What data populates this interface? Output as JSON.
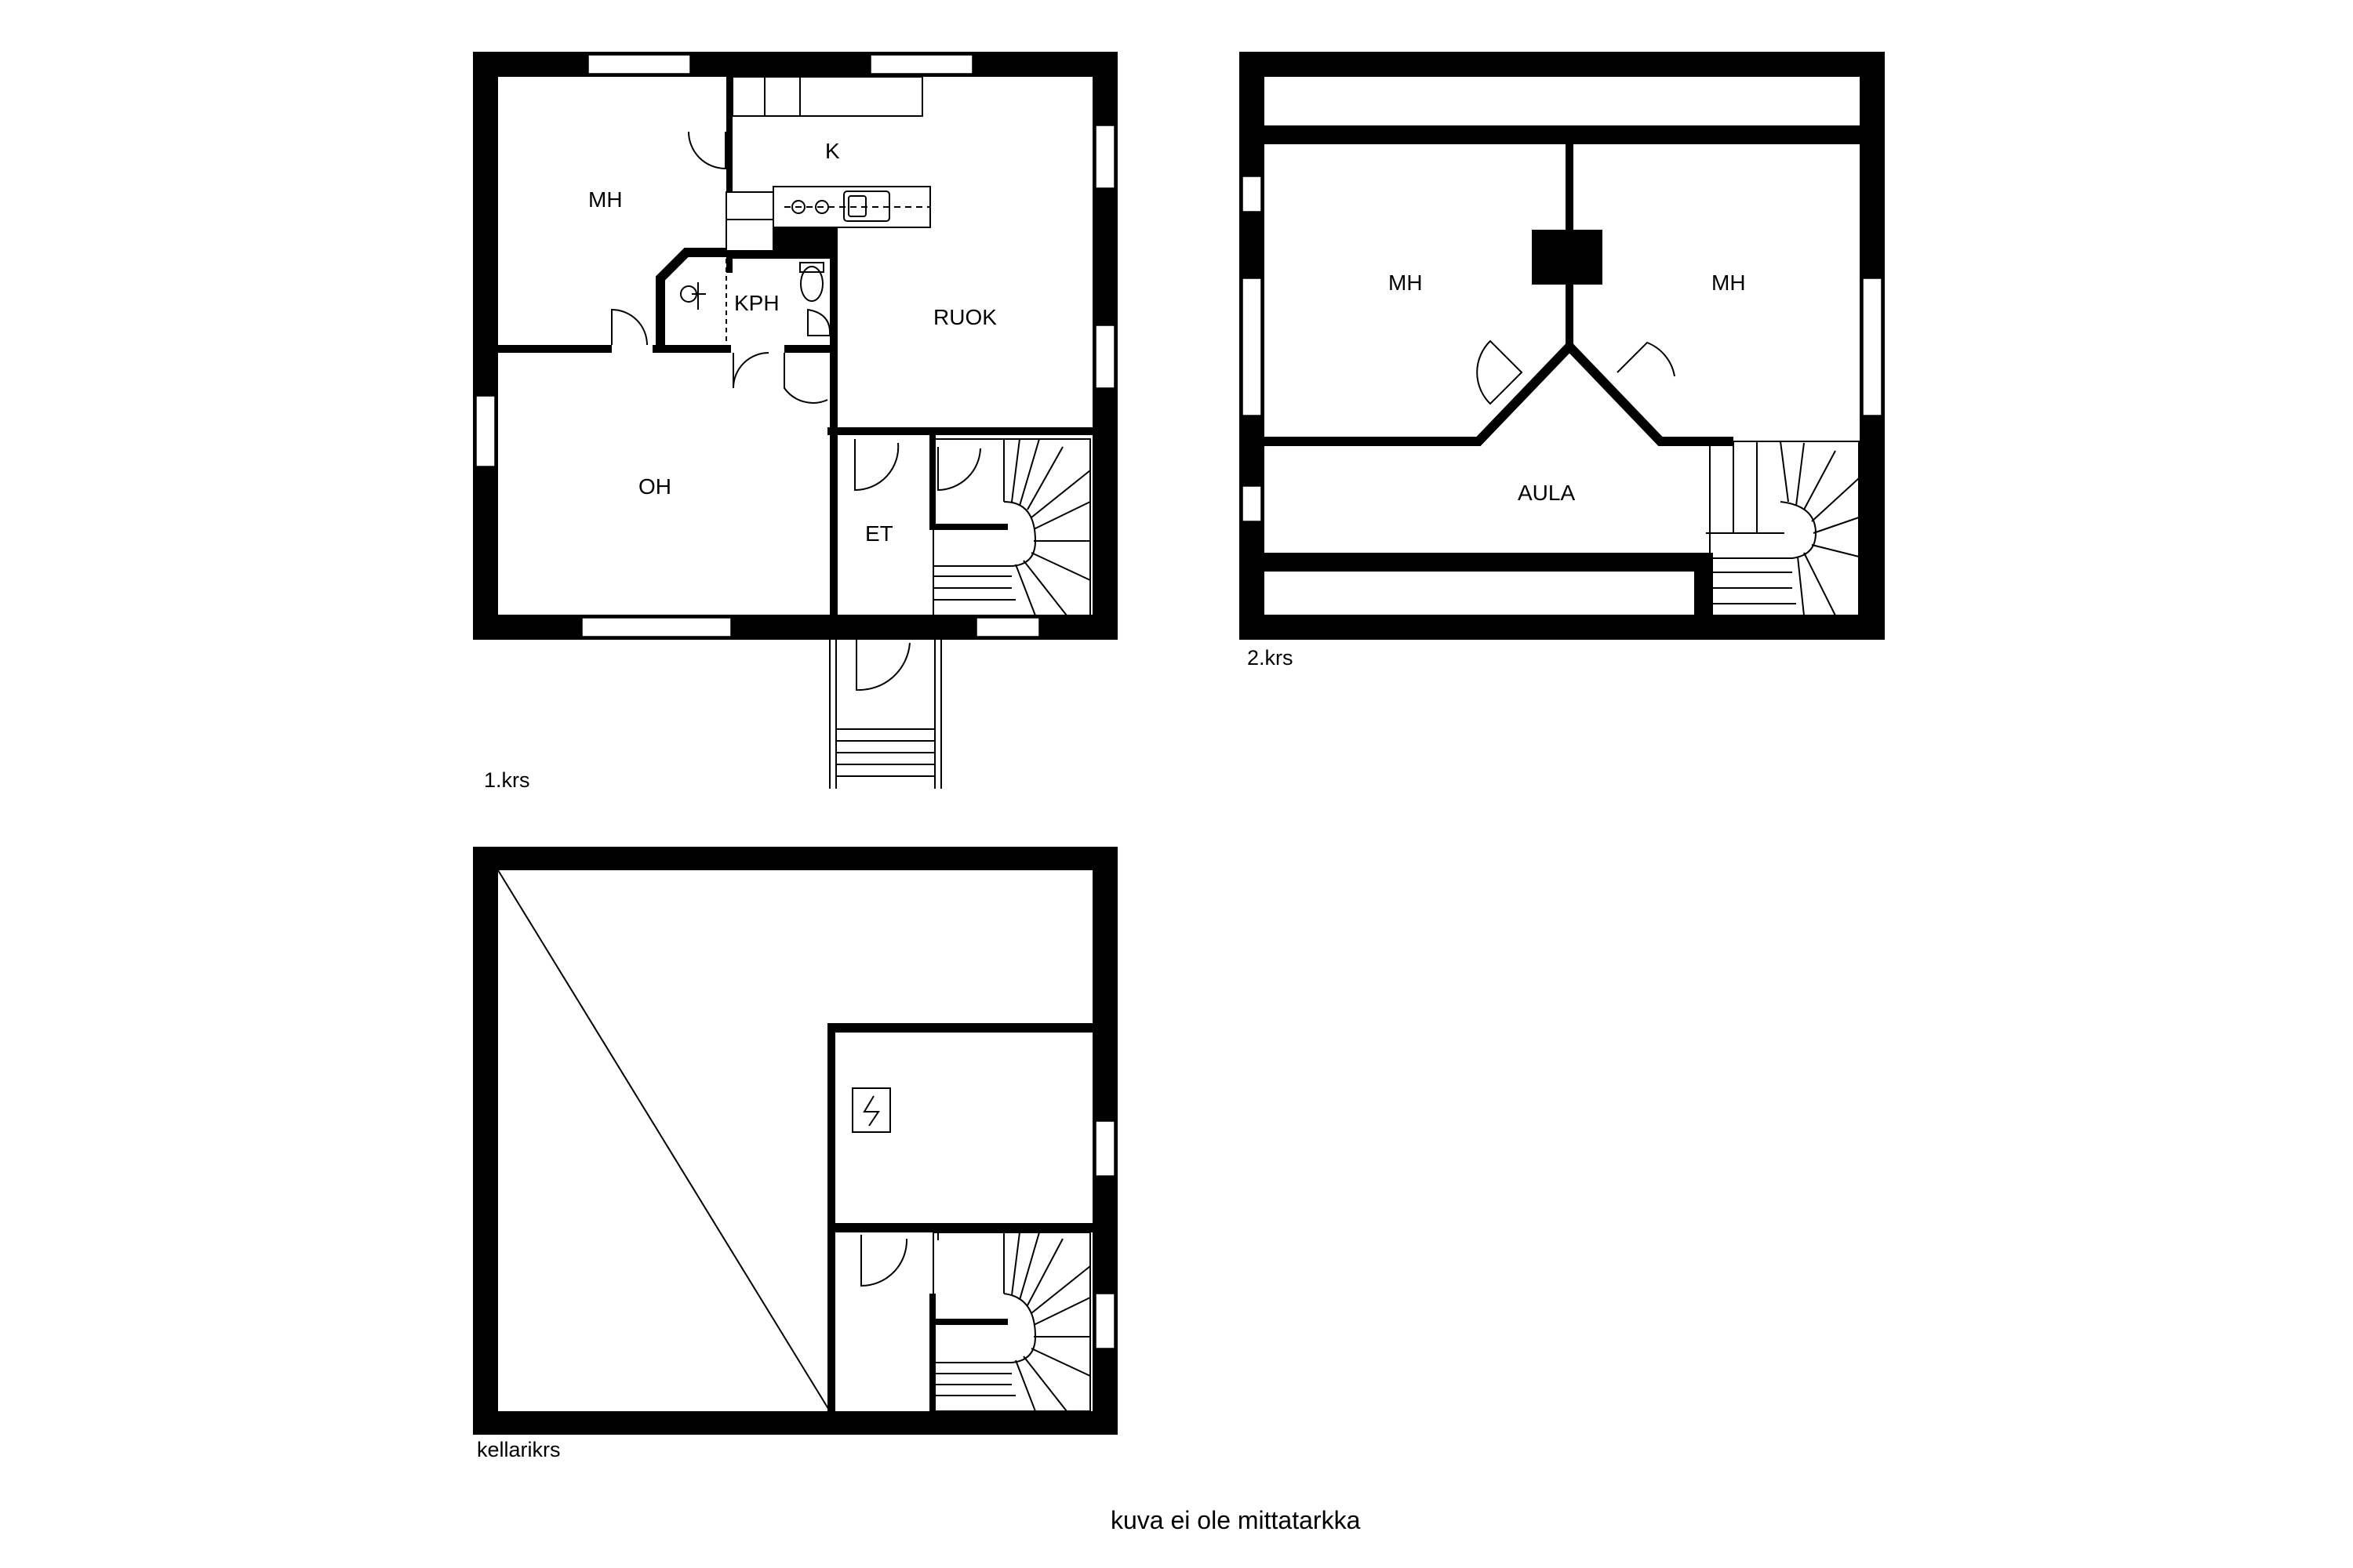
{
  "floors": {
    "first": {
      "caption": "1.krs",
      "rooms": {
        "mh": "MH",
        "k": "K",
        "kph": "KPH",
        "ruok": "RUOK",
        "oh": "OH",
        "et": "ET"
      }
    },
    "second": {
      "caption": "2.krs",
      "rooms": {
        "mh_left": "MH",
        "mh_right": "MH",
        "aula": "AULA"
      }
    },
    "basement": {
      "caption": "kellarikrs"
    }
  },
  "note": "kuva ei ole mittatarkka"
}
